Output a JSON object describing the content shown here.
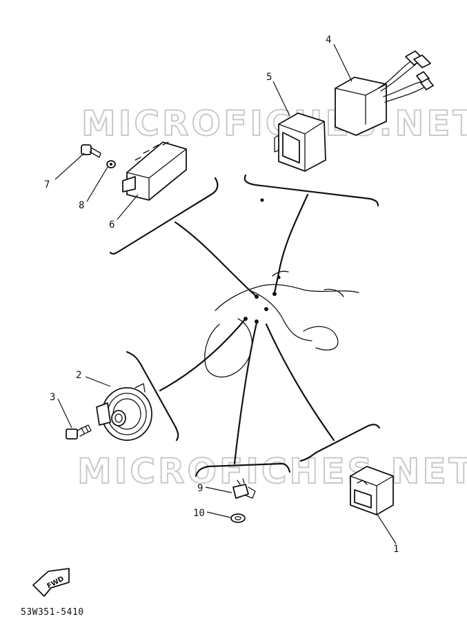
{
  "watermark": {
    "text": "MICROFICHES.NET"
  },
  "callouts": [
    {
      "id": "1",
      "label": "1"
    },
    {
      "id": "2",
      "label": "2"
    },
    {
      "id": "3",
      "label": "3"
    },
    {
      "id": "4",
      "label": "4"
    },
    {
      "id": "5",
      "label": "5"
    },
    {
      "id": "6",
      "label": "6"
    },
    {
      "id": "7",
      "label": "7"
    },
    {
      "id": "8",
      "label": "8"
    },
    {
      "id": "9",
      "label": "9"
    },
    {
      "id": "10",
      "label": "10"
    }
  ],
  "direction_badge": {
    "label": "FWD"
  },
  "diagram_code": "53W351-5410",
  "colors": {
    "ink": "#111111",
    "watermark_outline": "#c9c9c9",
    "background": "#ffffff"
  }
}
